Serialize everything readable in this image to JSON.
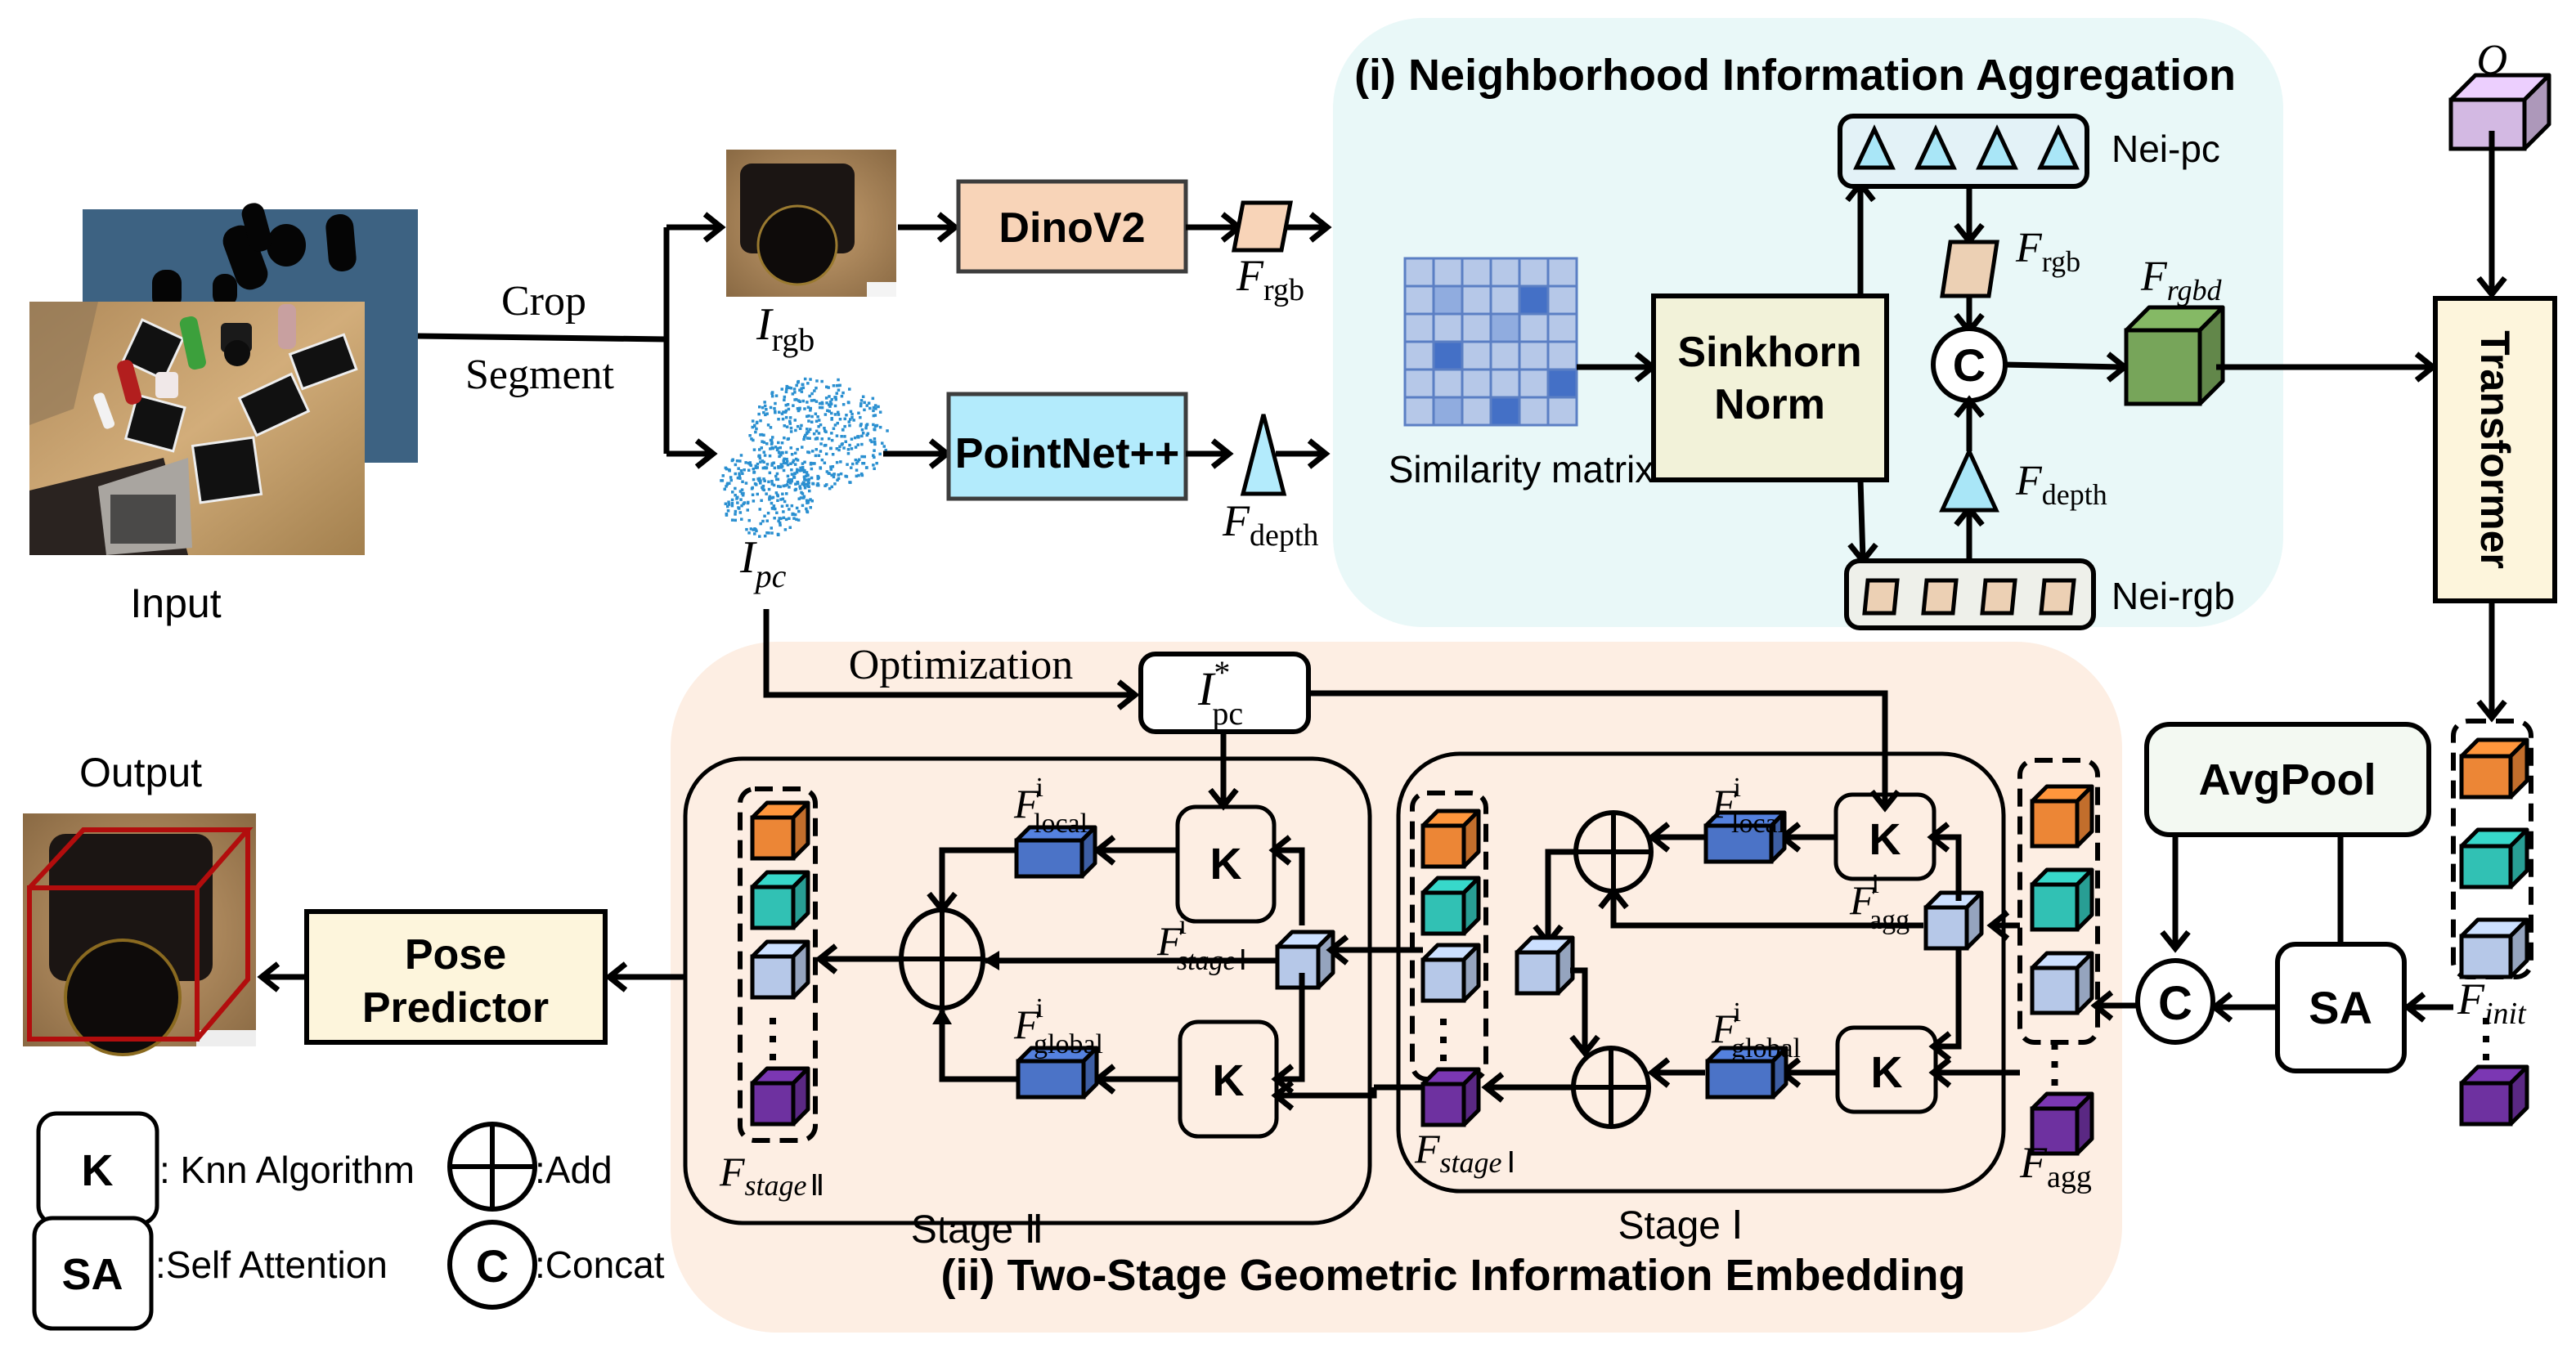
{
  "input": {
    "label": "Input"
  },
  "preprocess": {
    "crop_label": "Crop",
    "segment_label": "Segment"
  },
  "inputs": {
    "rgb_symbol": "I",
    "rgb_sub": "rgb",
    "pc_symbol": "I",
    "pc_sub": "pc"
  },
  "encoders": {
    "dinov2": "DinoV2",
    "pointnet": "PointNet++",
    "f_rgb": {
      "sym": "F",
      "sub": "rgb"
    },
    "f_depth": {
      "sym": "F",
      "sub": "depth"
    }
  },
  "nia": {
    "title": "(i) Neighborhood Information Aggregation",
    "similarity_label": "Similarity matrix",
    "similarity_matrix": {
      "rows": 6,
      "cols": 6,
      "levels": [
        [
          0,
          0,
          0,
          0,
          0,
          0
        ],
        [
          0,
          1,
          0,
          0,
          2,
          0
        ],
        [
          0,
          0,
          0,
          1,
          0,
          0
        ],
        [
          0,
          2,
          0,
          0,
          0,
          0
        ],
        [
          0,
          0,
          0,
          0,
          0,
          2
        ],
        [
          0,
          1,
          0,
          2,
          0,
          0
        ]
      ]
    },
    "sinkhorn_line1": "Sinkhorn",
    "sinkhorn_line2": "Norm",
    "nei_pc": "Nei-pc",
    "nei_rgb": "Nei-rgb",
    "concat_symbol": "C",
    "f_rgb": {
      "sym": "F",
      "sub": "rgb"
    },
    "f_depth": {
      "sym": "F",
      "sub": "depth"
    },
    "f_rgbd": {
      "sym": "F",
      "sub": "rgbd"
    }
  },
  "query": {
    "sym": "Q"
  },
  "transformer": {
    "label": "Transformer"
  },
  "f_init": {
    "sym": "F",
    "sub": "init"
  },
  "avgpool": {
    "label": "AvgPool"
  },
  "sa": {
    "label": "SA"
  },
  "concat_symbol": "C",
  "f_agg": {
    "sym": "F",
    "sub": "agg"
  },
  "tgie": {
    "title": "(ii) Two-Stage Geometric Information Embedding",
    "optimization": "Optimization",
    "ipc_star": {
      "sym": "I",
      "sup": "*",
      "sub": "pc"
    },
    "stage1": {
      "label": "Stage Ⅰ",
      "knn": "K",
      "f_local": {
        "sym": "F",
        "sup": "i",
        "sub": "local"
      },
      "f_global": {
        "sym": "F",
        "sup": "i",
        "sub": "global"
      },
      "f_agg_i": {
        "sym": "F",
        "sup": "i",
        "sub": "agg"
      },
      "f_stage": {
        "sym": "F",
        "sub": "stage",
        "roman": "Ⅰ"
      }
    },
    "stage2": {
      "label": "Stage Ⅱ",
      "knn": "K",
      "f_local": {
        "sym": "F",
        "sup": "i",
        "sub": "local"
      },
      "f_global": {
        "sym": "F",
        "sup": "i",
        "sub": "global"
      },
      "f_stage1_i": {
        "sym": "F",
        "sup": "i",
        "sub": "stage",
        "roman": "Ⅰ"
      },
      "f_stage": {
        "sym": "F",
        "sub": "stage",
        "roman": "Ⅱ"
      }
    }
  },
  "pose_predictor": {
    "line1": "Pose",
    "line2": "Predictor"
  },
  "output": {
    "label": "Output"
  },
  "legend": {
    "knn_symbol": "K",
    "knn_text": ": Knn Algorithm",
    "add_text": ":Add",
    "sa_symbol": "SA",
    "sa_text": ":Self Attention",
    "concat_symbol": "C",
    "concat_text": ":Concat"
  },
  "colors": {
    "nia_bg": "#e9f8f8",
    "tgie_bg": "#fdeee3",
    "dinov2": "#f8d4b8",
    "pointnet": "#b3ebfc",
    "sinkhorn": "#f2f2d9",
    "transformer": "#fdf5dc",
    "pose": "#fdf5dc",
    "avgpool": "#f3f9f2",
    "rgbd_cube": "#77a55a",
    "query_cube": "#d3b9e3",
    "feature_blue": "#4b73c7",
    "cube_orange": "#ec8636",
    "cube_teal": "#31c1b4",
    "cube_lightblue": "#b6c8e8",
    "cube_purple": "#6e31a0",
    "matrix_light": "#b6c8e8",
    "matrix_mid": "#90acdf",
    "matrix_dark": "#4470c6",
    "bbox_red": "#b20d0d"
  }
}
